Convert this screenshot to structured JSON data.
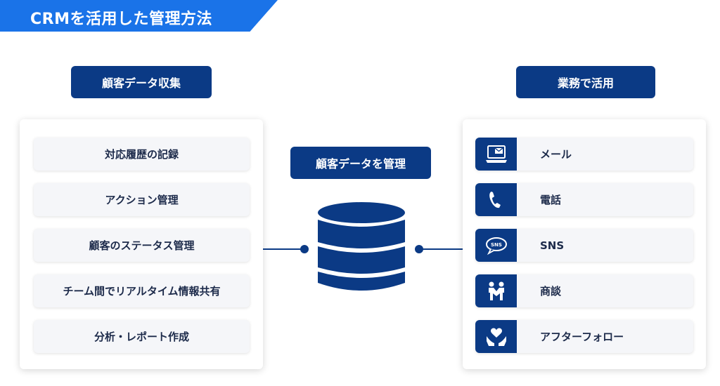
{
  "title": "CRMを活用した管理方法",
  "left": {
    "heading": "顧客データ収集",
    "items": [
      "対応履歴の記録",
      "アクション管理",
      "顧客のステータス管理",
      "チーム間でリアルタイム情報共有",
      "分析・レポート作成"
    ]
  },
  "center": {
    "heading": "顧客データを管理",
    "icon": "database-icon"
  },
  "right": {
    "heading": "業務で活用",
    "items": [
      {
        "label": "メール",
        "icon": "laptop-mail-icon"
      },
      {
        "label": "電話",
        "icon": "phone-icon"
      },
      {
        "label": "SNS",
        "icon": "sns-chat-icon"
      },
      {
        "label": "商談",
        "icon": "meeting-icon"
      },
      {
        "label": "アフターフォロー",
        "icon": "care-heart-icon"
      }
    ]
  },
  "colors": {
    "accent_blue": "#1a73e8",
    "navy": "#0b3a85",
    "item_bg": "#f5f6f9",
    "text": "#1c2a4a"
  }
}
